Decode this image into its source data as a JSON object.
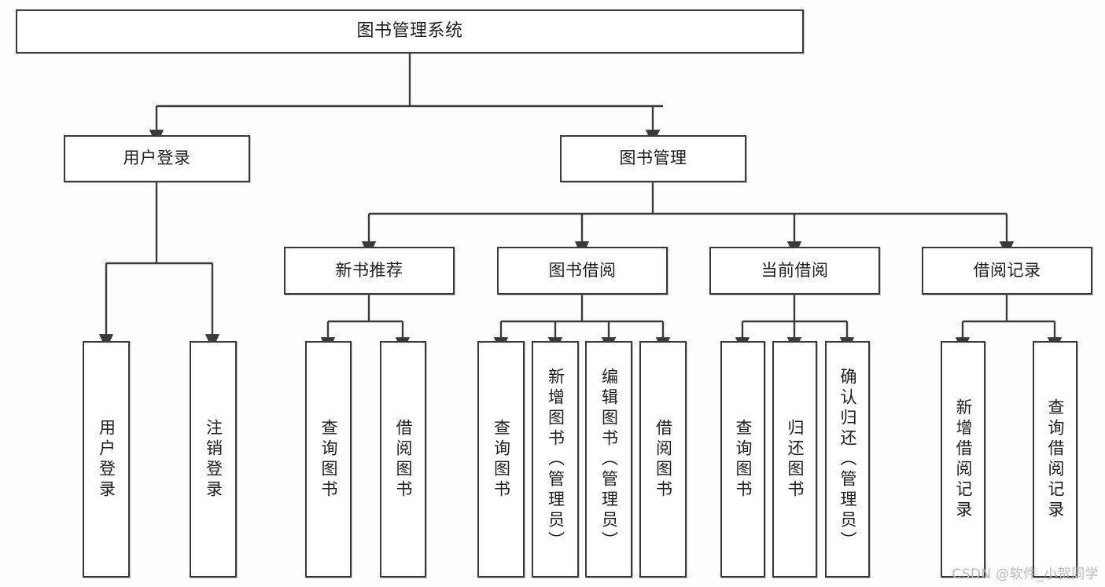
{
  "diagram": {
    "title": "图书管理系统",
    "watermark": "CSDN @软件_小贺同学",
    "stroke_color": "#3a3a3a",
    "fill_color": "#ffffff",
    "background_color": "#fdfdfd",
    "watermark_color": "#b9b9b9"
  },
  "nodes": {
    "root": {
      "label": "图书管理系统",
      "level": 1
    },
    "user_login": {
      "label": "用户登录",
      "level": 2
    },
    "book_manage": {
      "label": "图书管理",
      "level": 2
    },
    "new_book_rec": {
      "label": "新书推荐",
      "level": 3
    },
    "book_borrow": {
      "label": "图书借阅",
      "level": 3
    },
    "current_borrow": {
      "label": "当前借阅",
      "level": 3
    },
    "borrow_record": {
      "label": "借阅记录",
      "level": 3
    },
    "leaf_user_login": {
      "label": "用户登录",
      "level": 3
    },
    "leaf_logout": {
      "label": "注销登录",
      "level": 3
    },
    "leaf_query_book_a": {
      "label": "查询图书",
      "level": 4
    },
    "leaf_borrow_book_a": {
      "label": "借阅图书",
      "level": 4
    },
    "leaf_query_book_b": {
      "label": "查询图书",
      "level": 4
    },
    "leaf_add_book": {
      "label": "新增图书（管理员）",
      "level": 4
    },
    "leaf_edit_book": {
      "label": "编辑图书（管理员）",
      "level": 4
    },
    "leaf_borrow_book_b": {
      "label": "借阅图书",
      "level": 4
    },
    "leaf_query_book_c": {
      "label": "查询图书",
      "level": 4
    },
    "leaf_return_book": {
      "label": "归还图书",
      "level": 4
    },
    "leaf_confirm_return": {
      "label": "确认归还（管理员）",
      "level": 4
    },
    "leaf_add_record": {
      "label": "新增借阅记录",
      "level": 4
    },
    "leaf_query_record": {
      "label": "查询借阅记录",
      "level": 4
    }
  },
  "edges": [
    {
      "from": "root",
      "to": "user_login"
    },
    {
      "from": "root",
      "to": "book_manage"
    },
    {
      "from": "user_login",
      "to": "leaf_user_login"
    },
    {
      "from": "user_login",
      "to": "leaf_logout"
    },
    {
      "from": "book_manage",
      "to": "new_book_rec"
    },
    {
      "from": "book_manage",
      "to": "book_borrow"
    },
    {
      "from": "book_manage",
      "to": "current_borrow"
    },
    {
      "from": "book_manage",
      "to": "borrow_record"
    },
    {
      "from": "new_book_rec",
      "to": "leaf_query_book_a"
    },
    {
      "from": "new_book_rec",
      "to": "leaf_borrow_book_a"
    },
    {
      "from": "book_borrow",
      "to": "leaf_query_book_b"
    },
    {
      "from": "book_borrow",
      "to": "leaf_add_book"
    },
    {
      "from": "book_borrow",
      "to": "leaf_edit_book"
    },
    {
      "from": "book_borrow",
      "to": "leaf_borrow_book_b"
    },
    {
      "from": "current_borrow",
      "to": "leaf_query_book_c"
    },
    {
      "from": "current_borrow",
      "to": "leaf_return_book"
    },
    {
      "from": "current_borrow",
      "to": "leaf_confirm_return"
    },
    {
      "from": "borrow_record",
      "to": "leaf_add_record"
    },
    {
      "from": "borrow_record",
      "to": "leaf_query_record"
    }
  ]
}
